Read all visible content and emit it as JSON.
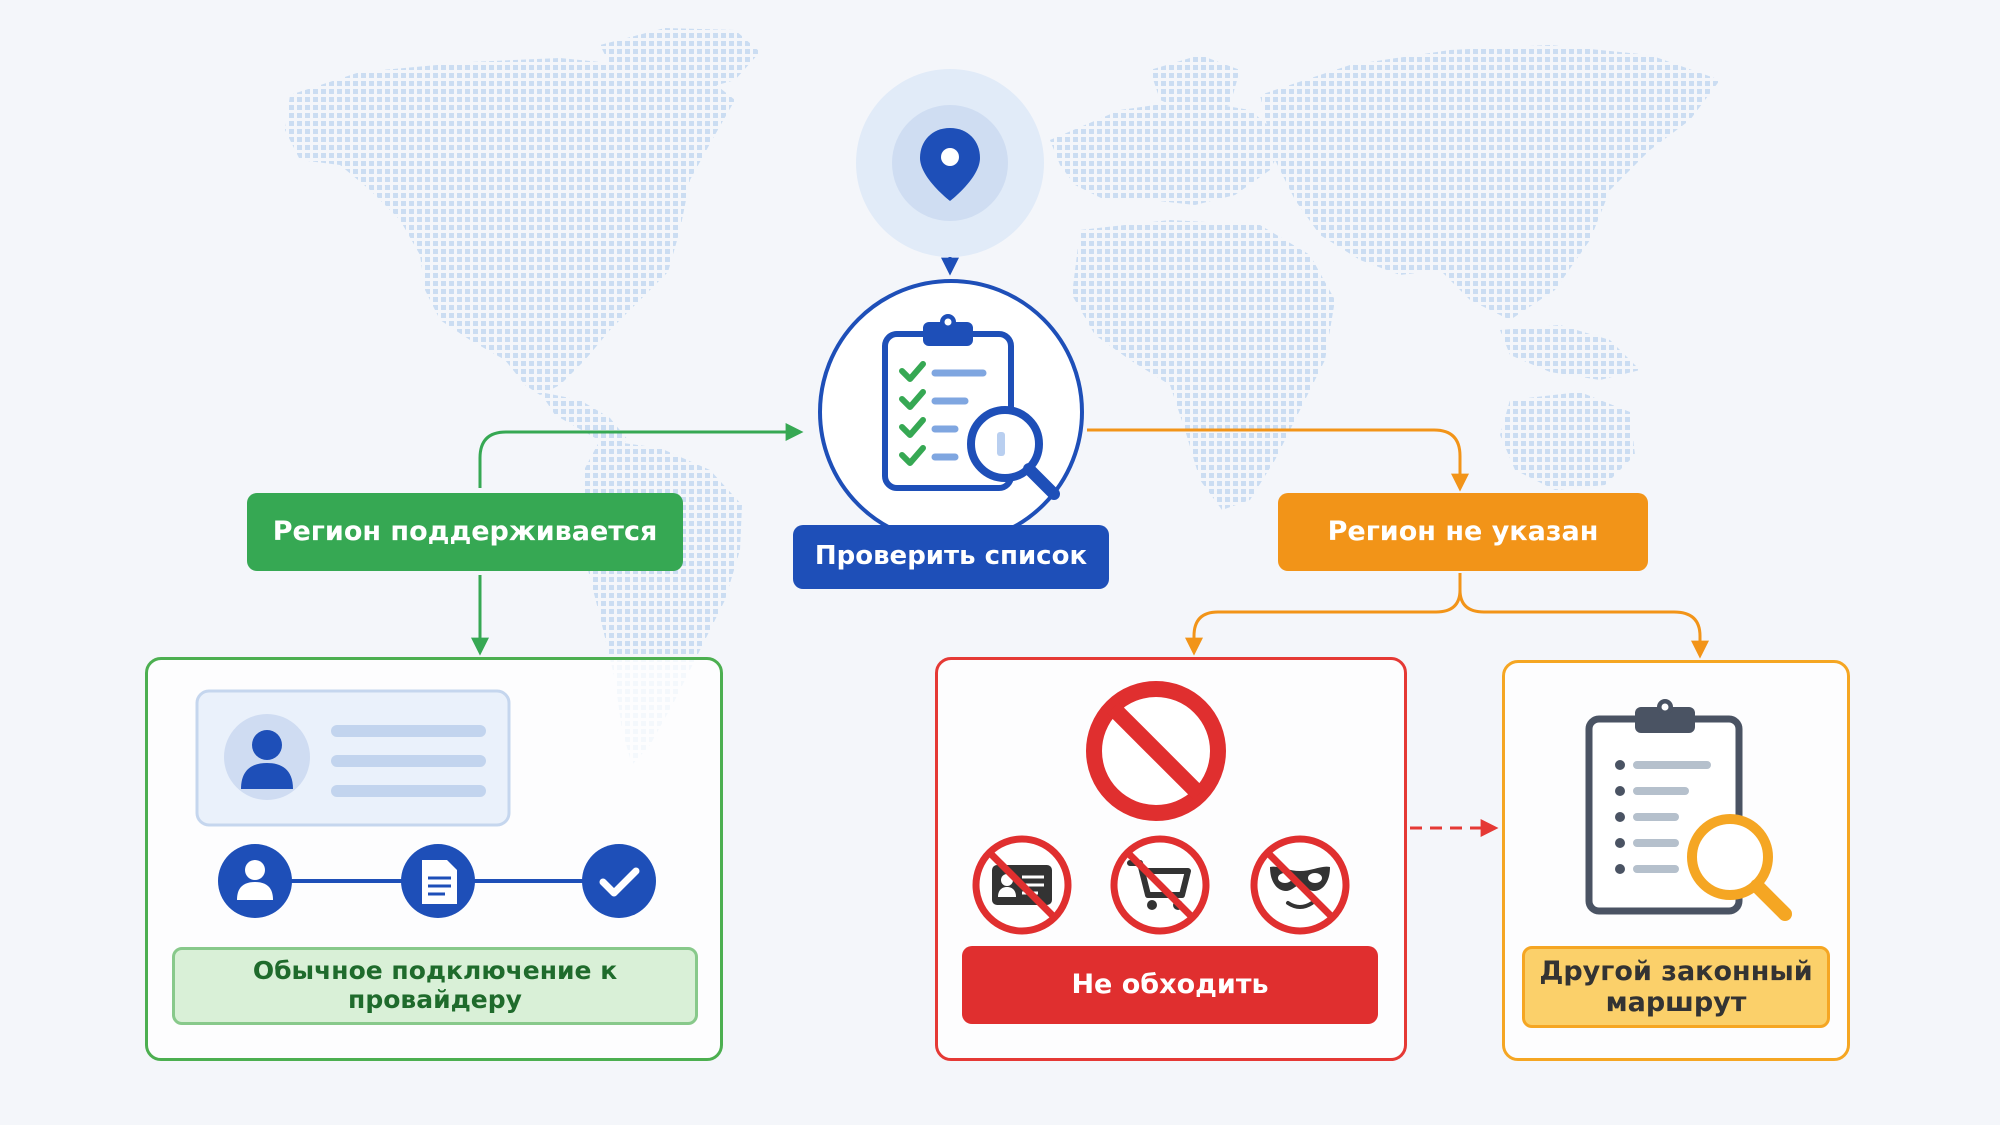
{
  "nodes": {
    "supported": "Регион поддерживается",
    "check": "Проверить список",
    "unspecified": "Регион не указан",
    "normal": "Обычное подключение к провайдеру",
    "no_bypass": "Не обходить",
    "other_route_line1": "Другой законный",
    "other_route_line2": "маршрут"
  },
  "colors": {
    "blue": "#1e4fb8",
    "green": "#36a853",
    "orange": "#f29418",
    "red": "#e02f2f",
    "map_dots": "#c9dcf2"
  },
  "icons": [
    "location-pin-icon",
    "clipboard-checklist-icon",
    "magnifier-icon",
    "user-avatar-icon",
    "document-icon",
    "checkmark-icon",
    "prohibited-icon",
    "no-id-card-icon",
    "no-shopping-cart-icon",
    "no-mask-icon",
    "clipboard-list-icon"
  ]
}
